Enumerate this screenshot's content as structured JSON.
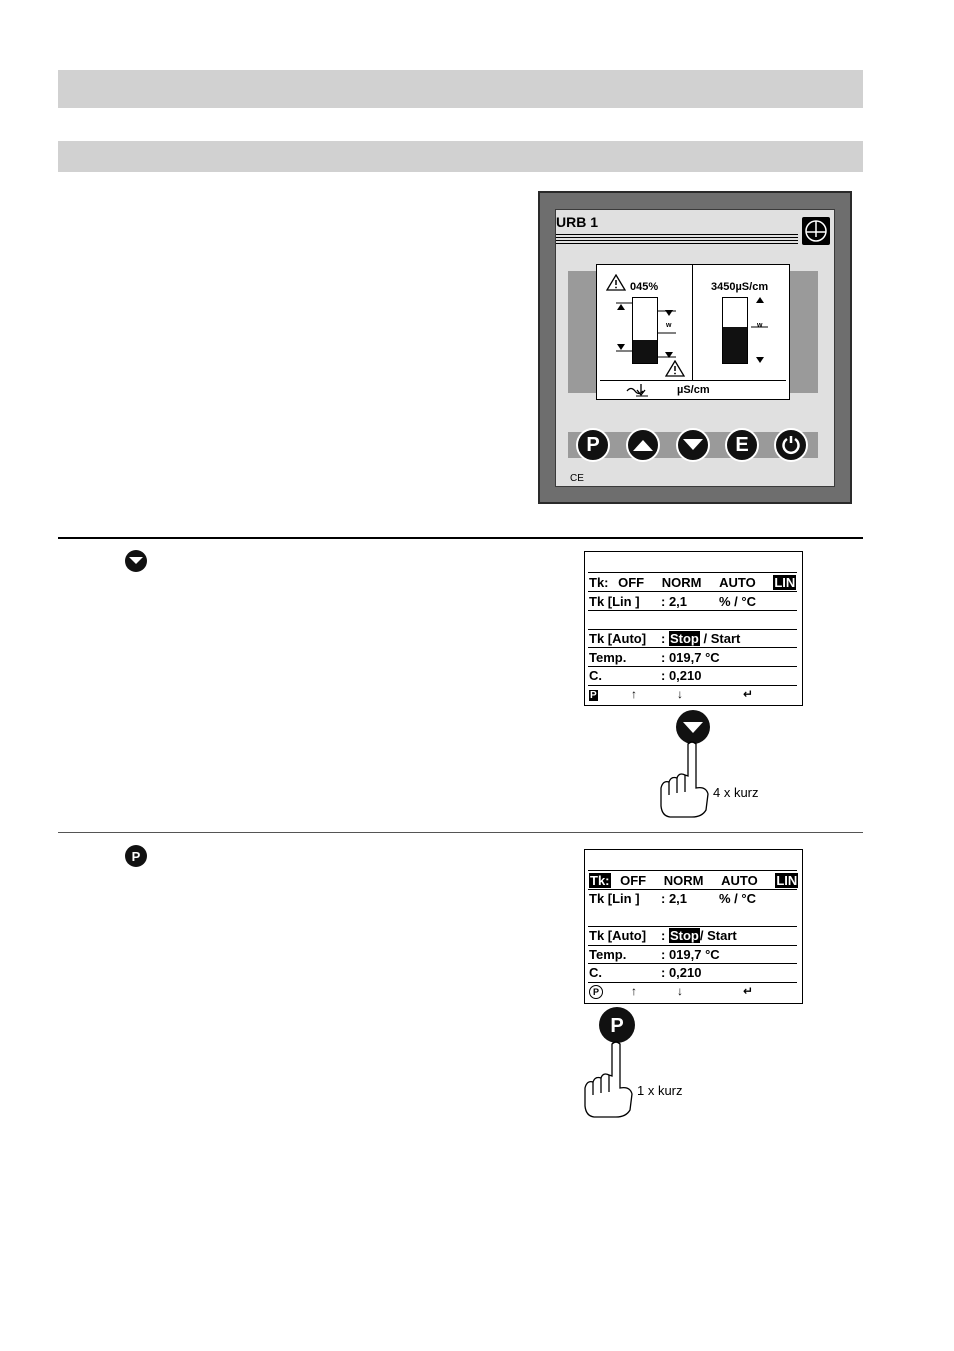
{
  "device": {
    "model": "URB 1",
    "display": {
      "warn_percent": "045%",
      "conductivity": "3450µS/cm",
      "unit": "µS/cm",
      "marker_w": "w",
      "level_bar_fraction": 0.35,
      "conductivity_bar_fraction": 0.56
    },
    "buttons": [
      "P",
      "up",
      "down",
      "E",
      "power"
    ],
    "ce_mark": "CE",
    "colors": {
      "panel": "#6e6e6e",
      "face": "#e0e0e0"
    }
  },
  "step1": {
    "icon": "down-button-icon",
    "instruction": "4 x kurz",
    "screen": {
      "row1": {
        "label": "Tk:",
        "off": "OFF",
        "norm": "NORM",
        "auto": "AUTO",
        "lin": "LIN"
      },
      "row2": {
        "label": "Tk [Lin ]",
        "value": ": 2,1",
        "unit": "% / °C"
      },
      "row3": {
        "label": "Tk [Auto]",
        "sep": ":",
        "stop": "Stop",
        "start": "/ Start"
      },
      "row4": {
        "label": "Temp.",
        "value": ": 019,7 °C"
      },
      "row5": {
        "label": "C.",
        "value": ": 0,210"
      },
      "footer": {
        "p": "P",
        "up": "↑",
        "down": "↓",
        "enter": "↵"
      }
    }
  },
  "step2": {
    "icon": "p-button-icon",
    "icon_label": "P",
    "instruction": "1 x kurz",
    "screen": {
      "row1": {
        "label": "Tk:",
        "off": "OFF",
        "norm": "NORM",
        "auto": "AUTO",
        "lin": "LIN"
      },
      "row2": {
        "label": "Tk [Lin ]",
        "value": ": 2,1",
        "unit": "% / °C"
      },
      "row3": {
        "label": "Tk [Auto]",
        "sep": ":",
        "stop": "Stop",
        "start": "/ Start"
      },
      "row4": {
        "label": "Temp.",
        "value": ": 019,7 °C"
      },
      "row5": {
        "label": "C.",
        "value": ": 0,210"
      },
      "footer": {
        "p": "P",
        "up": "↑",
        "down": "↓",
        "enter": "↵"
      }
    }
  }
}
